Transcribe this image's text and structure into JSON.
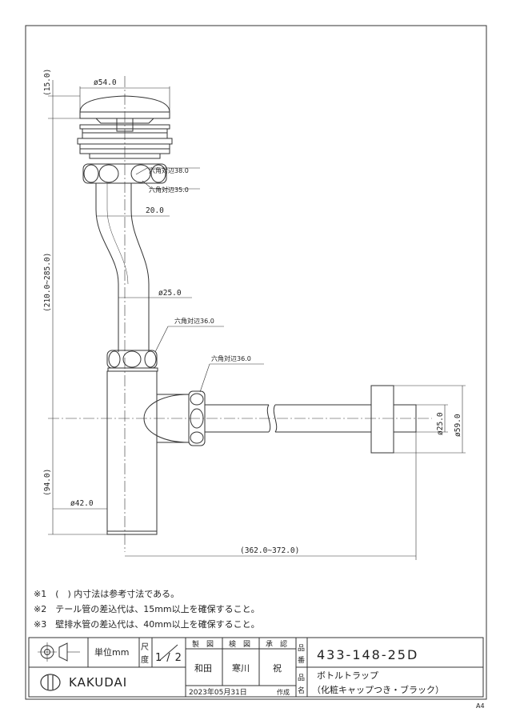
{
  "dimensions": {
    "top_cap_height": "(15.0)",
    "cap_diameter": "ø54.0",
    "hex1": "六角対辺38.0",
    "hex2": "六角対辺35.0",
    "offset": "20.0",
    "total_height": "(210.0~285.0)",
    "pipe_diameter": "ø25.0",
    "hex3": "六角対辺36.0",
    "hex4": "六角対辺36.0",
    "body_lower": "(94.0)",
    "body_diameter": "ø42.0",
    "horizontal_length": "(362.0~372.0)",
    "wall_pipe_diameter": "ø25.0",
    "flange_diameter": "ø59.0"
  },
  "notes": [
    "※1　(　) 内寸法は参考寸法である。",
    "※2　テール管の差込代は、15mm以上を確保すること。",
    "※3　壁排水管の差込代は、40mm以上を確保すること。"
  ],
  "title_block": {
    "unit_label": "単位mm",
    "scale_label_1": "尺",
    "scale_label_2": "度",
    "scale_value": "1/2",
    "manufactured_label": "製　図",
    "checked_label": "検　図",
    "approved_label": "承　認",
    "manufactured_by": "和田",
    "checked_by": "寒川",
    "approved_by": "祝",
    "date": "2023年05月31日",
    "made_label": "作成",
    "part_no_label_1": "品",
    "part_no_label_2": "番",
    "part_no": "433-148-25D",
    "part_name_label_1": "品",
    "part_name_label_2": "名",
    "part_name": "ボトルトラップ",
    "part_name_sub": "（化粧キャップつき・ブラック）",
    "company": "KAKUDAI",
    "paper_size": "A4"
  }
}
